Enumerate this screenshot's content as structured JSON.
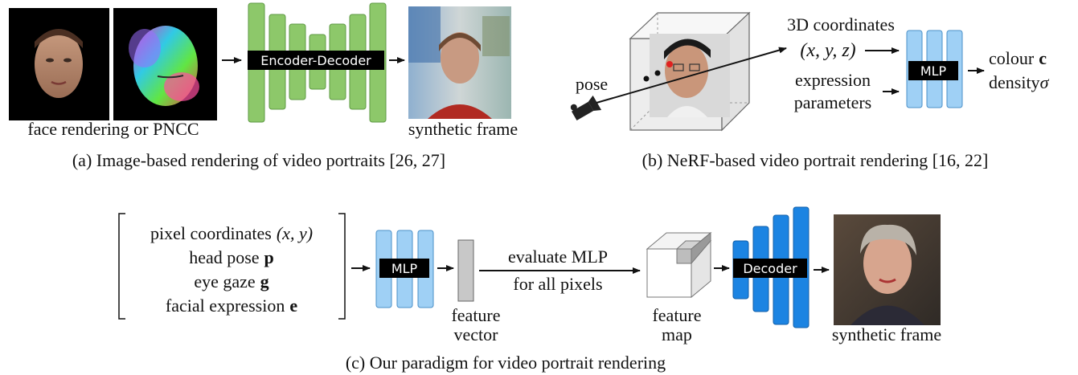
{
  "panel_a": {
    "input_label": "face rendering or PNCC",
    "network_label": "Encoder-Decoder",
    "output_label": "synthetic frame",
    "caption": "(a) Image-based rendering of video portraits [26, 27]"
  },
  "panel_b": {
    "pose_label": "pose",
    "coords_line1": "3D coordinates",
    "coords_line2": "(x, y, z)",
    "expr_line1": "expression",
    "expr_line2": "parameters",
    "mlp_label": "MLP",
    "out_colour": "colour",
    "out_colour_sym": "c",
    "out_density": "density",
    "out_density_sym": "σ",
    "caption": "(b) NeRF-based video portrait rendering [16, 22]"
  },
  "panel_c": {
    "input_1": "pixel coordinates",
    "input_1_sym": "(x, y)",
    "input_2": "head pose",
    "input_2_sym": "p",
    "input_3": "eye gaze",
    "input_3_sym": "g",
    "input_4": "facial expression",
    "input_4_sym": "e",
    "mlp_label": "MLP",
    "fv_line1": "feature",
    "fv_line2": "vector",
    "eval_line1": "evaluate MLP",
    "eval_line2": "for all pixels",
    "fm_line1": "feature",
    "fm_line2": "map",
    "decoder_label": "Decoder",
    "output_label": "synthetic frame",
    "caption": "(c) Our paradigm for video portrait rendering"
  },
  "colors": {
    "encoder_green": "#8dc86a",
    "mlp_light_blue": "#9fd0f5",
    "decoder_blue": "#1c84e2",
    "label_box": "#000000",
    "ray_point": "#e02020",
    "feature_vector": "#c8c8c8"
  }
}
